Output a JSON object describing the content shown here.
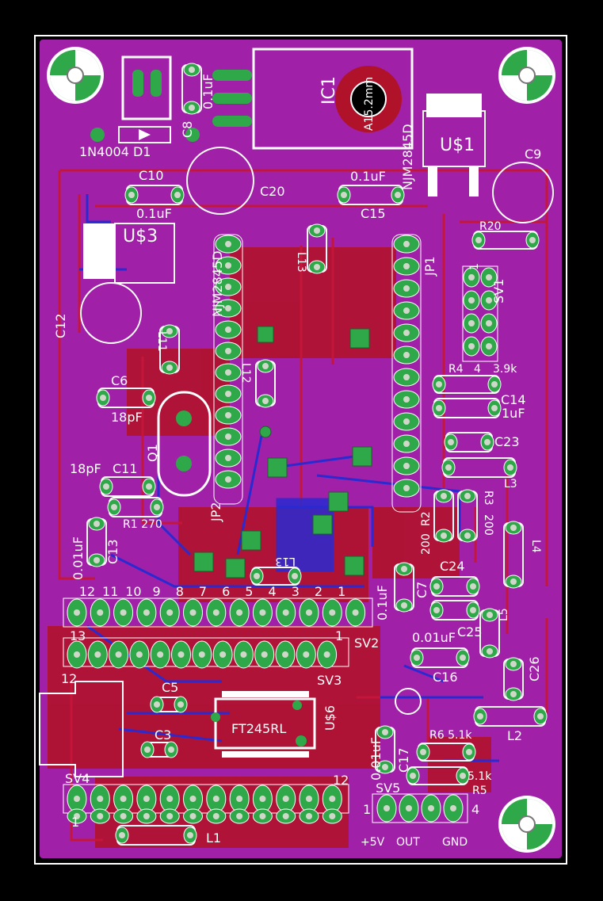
{
  "colors": {
    "background": "#000000",
    "board": "#a021a8",
    "copper_top": "#b0122a",
    "copper_bottom": "#2a2ad0",
    "pad": "#2fa84a",
    "silkscreen": "#ffffff",
    "outline": "#ffffff",
    "mounting_hole": "#2fa84a"
  },
  "labels": {
    "d1": "1N4004 D1",
    "c8": "C8",
    "c8_value": "0.1uF",
    "ic1": "IC1",
    "ic1_value": "A15.2mm",
    "njm_top": "NJM2845D",
    "us1": "U$1",
    "c9": "C9",
    "c10": "C10",
    "c10_value": "0.1uF",
    "c20": "C20",
    "c15_value": "0.1uF",
    "c15": "C15",
    "us3": "U$3",
    "njm_left": "NJM2845D",
    "c12": "C12",
    "l13": "L13",
    "jp1": "JP1",
    "r20": "R20",
    "sv1": "SV1",
    "sv1_pin1": "1",
    "l12": "L12",
    "r4": "R4",
    "r4_pin": "4",
    "r4_value": "3.9k",
    "c14": "C14",
    "c14_value": "1uF",
    "c6": "C6",
    "c6_value": "18pF",
    "l11": "L11",
    "q1": "Q1",
    "c23": "C23",
    "l3": "L3",
    "c11_value": "18pF",
    "c11": "C11",
    "r1": "R1 270",
    "jp2": "JP2",
    "r2": "R2",
    "r2_value": "200",
    "r3": "R3",
    "r3_value": "200",
    "l4": "L4",
    "c13_value": "0.01uF",
    "c13": "C13",
    "l13b": "L13",
    "c7_value": "0.1uF",
    "c7": "C7",
    "c24": "C24",
    "c25": "C25",
    "l5": "L5",
    "sv2_pin_numbers": [
      "12",
      "11",
      "10",
      "9",
      "8",
      "7",
      "6",
      "5",
      "4",
      "3",
      "2",
      "1"
    ],
    "sv2": "SV2",
    "sv3_pin13": "13",
    "sv3_pin1": "1",
    "sv3": "SV3",
    "c16_value": "0.01uF",
    "c16": "C16",
    "c26": "C26",
    "c5": "C5",
    "us6": "U$6",
    "ft245": "FT245RL",
    "c3": "C3",
    "l2": "L2",
    "r6": "R6 5.1k",
    "c17_value": "0.01uF",
    "c17": "C17",
    "r5_value": "5.1k",
    "r5": "R5",
    "sv4": "SV4",
    "sv4_pin12": "12",
    "sv4_pin1": "1",
    "sv5": "SV5",
    "sv5_pin1": "1",
    "sv5_pin4": "4",
    "l1": "L1",
    "plus5v": "+5V",
    "out": "OUT",
    "gnd": "GND",
    "s12": "12"
  }
}
